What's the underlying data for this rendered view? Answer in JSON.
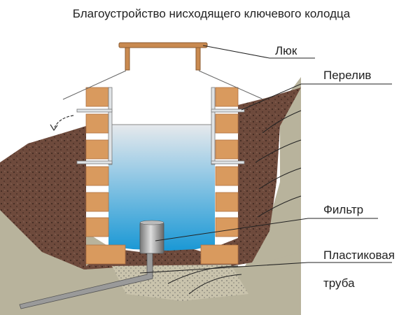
{
  "title": "Благоустройство нисходящего ключевого колодца",
  "labels": {
    "hatch": "Люк",
    "overflow": "Перелив",
    "filter": "Фильтр",
    "pipe_line1": "Пластиковая",
    "pipe_line2": "труба"
  },
  "colors": {
    "brick": "#d99a5e",
    "soil": "#6e4a3c",
    "ground": "#b8b39c",
    "water_top": "#e4e8ec",
    "water_bottom": "#1c9ad6",
    "lid": "#c98a50"
  }
}
